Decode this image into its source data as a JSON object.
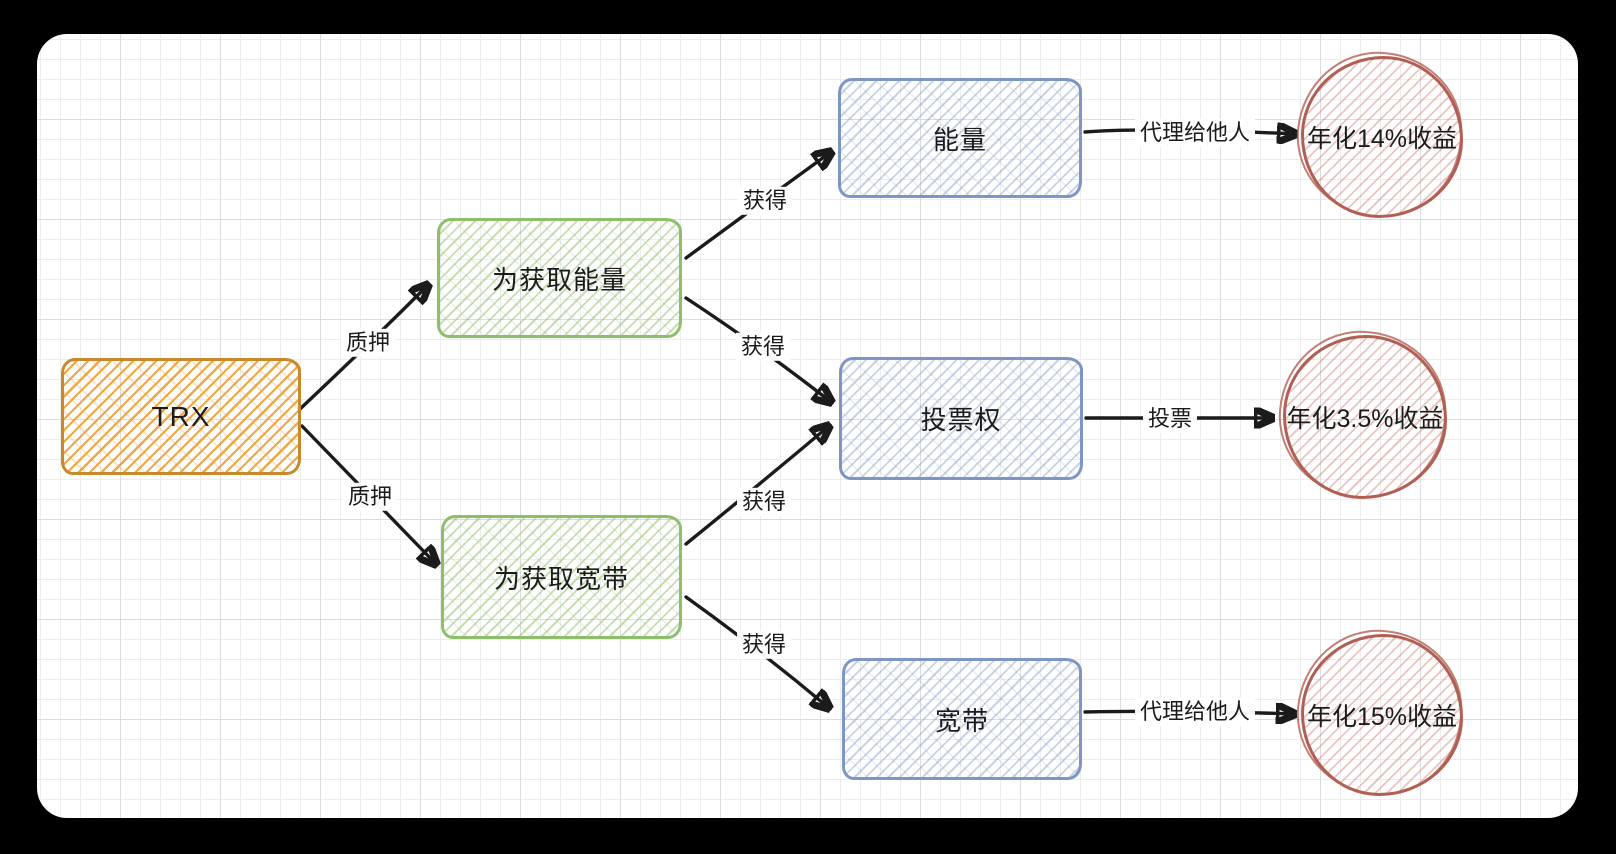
{
  "frame": {
    "background": "#000000",
    "canvas_background": "#ffffff",
    "grid": true
  },
  "diagram": {
    "nodes": {
      "trx": {
        "label": "TRX",
        "shape": "rectangle",
        "color": "#c8892d"
      },
      "for_energy": {
        "label": "为获取能量",
        "shape": "rectangle",
        "color": "#8fbe6b"
      },
      "for_bandwidth": {
        "label": "为获取宽带",
        "shape": "rectangle",
        "color": "#8fbe6b"
      },
      "energy": {
        "label": "能量",
        "shape": "rectangle",
        "color": "#7e96c4"
      },
      "voting_right": {
        "label": "投票权",
        "shape": "rectangle",
        "color": "#7e96c4"
      },
      "bandwidth": {
        "label": "宽带",
        "shape": "rectangle",
        "color": "#7e96c4"
      },
      "yield_energy": {
        "label": "年化14%收益",
        "shape": "circle",
        "color": "#b15f54"
      },
      "yield_voting": {
        "label": "年化3.5%收益",
        "shape": "circle",
        "color": "#b15f54"
      },
      "yield_bandwidth": {
        "label": "年化15%收益",
        "shape": "circle",
        "color": "#b15f54"
      }
    },
    "edges": [
      {
        "from": "trx",
        "to": "for_energy",
        "label": "质押"
      },
      {
        "from": "trx",
        "to": "for_bandwidth",
        "label": "质押"
      },
      {
        "from": "for_energy",
        "to": "energy",
        "label": "获得"
      },
      {
        "from": "for_energy",
        "to": "voting_right",
        "label": "获得"
      },
      {
        "from": "for_bandwidth",
        "to": "voting_right",
        "label": "获得"
      },
      {
        "from": "for_bandwidth",
        "to": "bandwidth",
        "label": "获得"
      },
      {
        "from": "energy",
        "to": "yield_energy",
        "label": "代理给他人"
      },
      {
        "from": "voting_right",
        "to": "yield_voting",
        "label": "投票"
      },
      {
        "from": "bandwidth",
        "to": "yield_bandwidth",
        "label": "代理给他人"
      }
    ],
    "colors": {
      "arrow": "#1b1b1b",
      "orange_stroke": "#c8892d",
      "orange_fill": "#f0a43b",
      "green_stroke": "#8fbe6b",
      "green_fill": "#cfe3bd",
      "blue_stroke": "#7e96c4",
      "blue_fill": "#c9d6ec",
      "red_stroke": "#b15f54",
      "red_fill": "#e6b7af"
    }
  }
}
